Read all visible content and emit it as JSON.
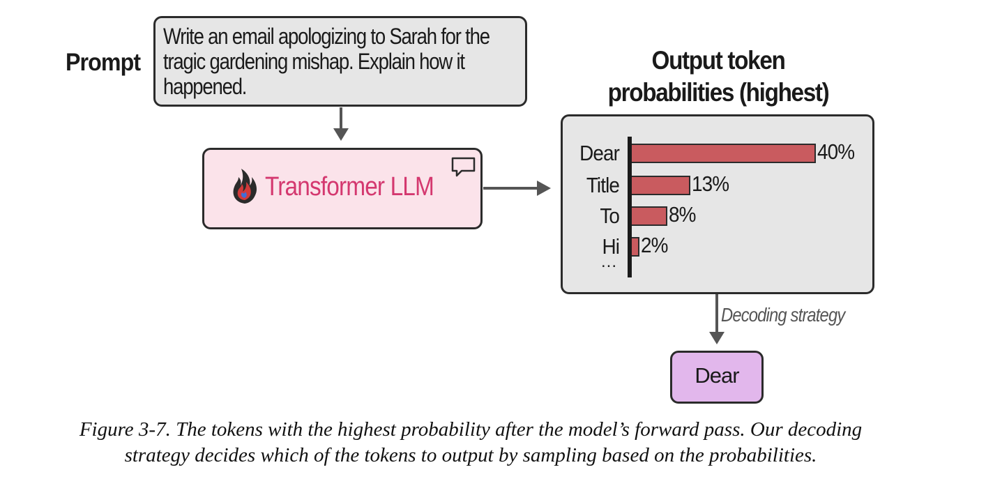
{
  "prompt": {
    "label": "Prompt",
    "text_lines": [
      "Write an email apologizing to Sarah for the",
      "tragic gardening mishap. Explain how it",
      "happened."
    ]
  },
  "model": {
    "name": "Transformer LLM",
    "icon": "flame-logo-icon",
    "badge_icon": "chat-bubble-icon",
    "text_color": "#d4386f"
  },
  "output_probs": {
    "title_lines": [
      "Output token",
      "probabilities (highest)"
    ],
    "ellipsis": "...",
    "bar_color": "#c95b5f"
  },
  "chart_data": {
    "type": "bar",
    "orientation": "horizontal",
    "categories": [
      "Dear",
      "Title",
      "To",
      "Hi"
    ],
    "values": [
      40,
      13,
      8,
      2
    ],
    "value_labels": [
      "40%",
      "13%",
      "8%",
      "2%"
    ],
    "xlim": [
      0,
      40
    ]
  },
  "decoding": {
    "label": "Decoding strategy"
  },
  "output_token": {
    "text": "Dear",
    "color": "#e2b7ec"
  },
  "caption": {
    "lines": [
      "Figure 3-7. The tokens with the highest probability after the model’s forward pass. Our decoding",
      "strategy decides which of the tokens to output by sampling based on the probabilities."
    ]
  }
}
